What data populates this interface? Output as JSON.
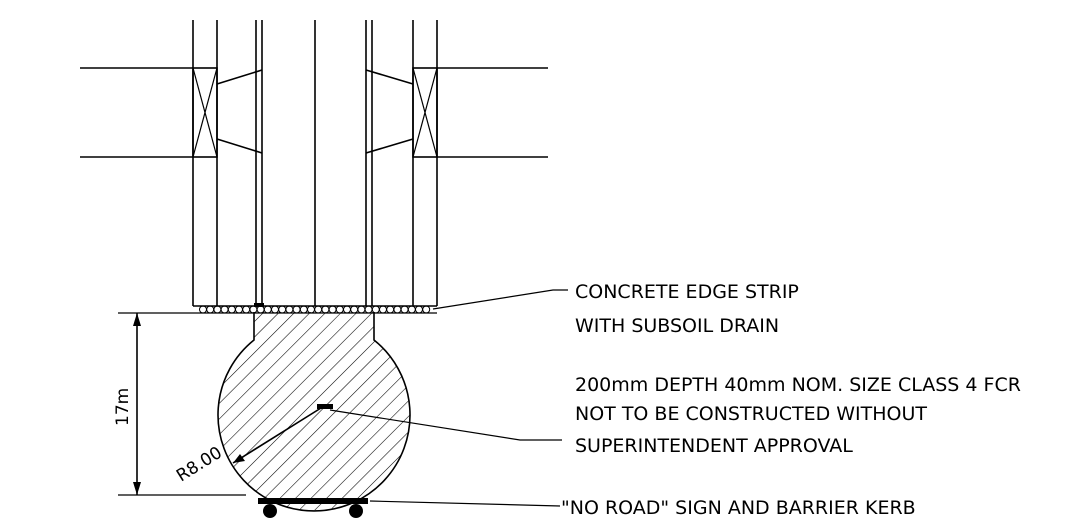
{
  "annotations": {
    "edge_strip_line1": "CONCRETE EDGE STRIP",
    "edge_strip_line2": "WITH SUBSOIL DRAIN",
    "fcr_line1": "200mm DEPTH 40mm NOM. SIZE CLASS 4 FCR",
    "fcr_line2": "NOT TO BE CONSTRUCTED WITHOUT",
    "fcr_line3": "SUPERINTENDENT APPROVAL",
    "sign_kerb": "\"NO ROAD\" SIGN AND BARRIER KERB"
  },
  "dimensions": {
    "height": "17m",
    "radius": "R8.00"
  }
}
